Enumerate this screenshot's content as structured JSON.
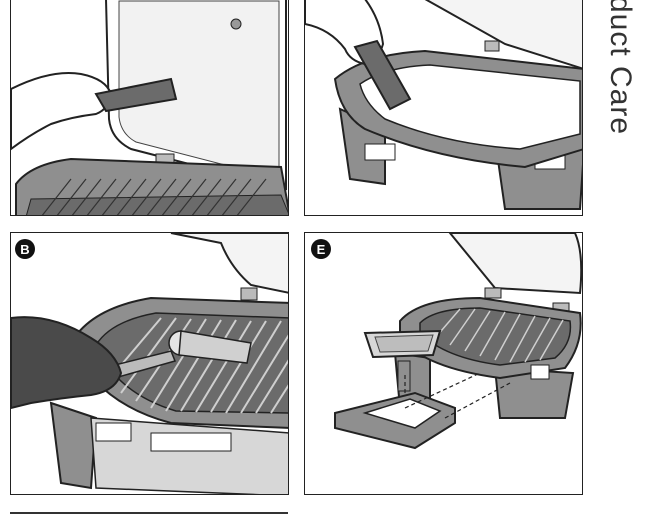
{
  "page": {
    "section_title": "duct Care"
  },
  "panels": [
    {
      "id": "top-left",
      "badge": ""
    },
    {
      "id": "top-right",
      "badge": ""
    },
    {
      "id": "bottom-left",
      "badge": "B"
    },
    {
      "id": "bottom-right",
      "badge": "E"
    }
  ],
  "colors": {
    "line": "#222222",
    "grill_gray": "#8f8f8f",
    "dark_gray": "#6b6b6b",
    "light_gray": "#d7d7d7",
    "glove_dark": "#4a4a4a"
  }
}
